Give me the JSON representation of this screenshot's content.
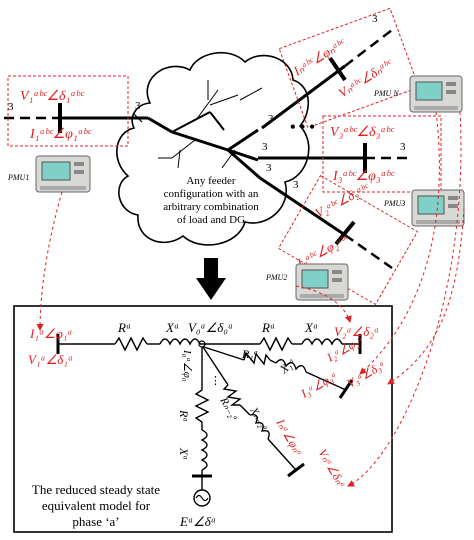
{
  "cloud": {
    "caption_lines": [
      "Any feeder",
      "configuration with an",
      "arbitrary combination",
      "of load and DG"
    ]
  },
  "phase_count": "3",
  "ellipsis": "•  •  •",
  "top_labels": {
    "node1_v": "V₁ᵃᵇᶜ∠δ₁ᵃᵇᶜ",
    "node1_i": "I₁ᵃᵇᶜ∠φ₁ᵃᵇᶜ",
    "nodeN_i": "Iₙᵃᵇᶜ∠φₙᵃᵇᶜ",
    "nodeN_v": "Vₙᵃᵇᶜ∠δₙᵃᵇᶜ",
    "node3_v": "V₃ᵃᵇᶜ∠δ₃ᵃᵇᶜ",
    "node3_i": "I₃ᵃᵇᶜ∠φ₃ᵃᵇᶜ",
    "node2_v": "V₂ᵃᵇᶜ∠δ₂ᵃᵇᶜ",
    "node2_i": "I₂ᵃᵇᶜ∠φ₂ᵃᵇᶜ"
  },
  "pmus": {
    "pmu1": "PMU1",
    "pmuN": "PMU N",
    "pmu3": "PMU3",
    "pmu2": "PMU2"
  },
  "equiv": {
    "i1": "I₁ᵃ∠φ₁ᵃ",
    "v1": "V₁ᵃ∠δ₁ᵃ",
    "r_left": "Rᵃ",
    "x_left": "Xᵃ",
    "v0": "V₀ᵃ∠δ₀ᵃ",
    "r_right": "Rᵃ",
    "x_right": "Xᵃ",
    "v2": "V₂ᵃ∠δ₂ᵃ",
    "i2": "I₂ᵃ∠φ₂ᵃ",
    "i0": "I₀ᵃ∠φ₀",
    "r_mid": "R₁ᵃ",
    "x_mid": "X₁ᵃ",
    "v3": "V₃ᵃ∠δ₃ᵃ",
    "i3": "I₃ᵃ∠φ₃ᵃ",
    "r_vert": "Rᵃ",
    "x_vert": "Xᵃ",
    "rn": "Rₙ₋₂ᵃ",
    "xn": "Xₙ₋₂ᵃ",
    "in": "Iₙᵃ∠φₙᵃ",
    "vn": "Vₙᵃ∠δₙᵃ",
    "source": "Eᵃ∠δᵃ",
    "caption_lines": [
      "The reduced steady state",
      "equivalent model for",
      "phase ‘a’"
    ]
  }
}
